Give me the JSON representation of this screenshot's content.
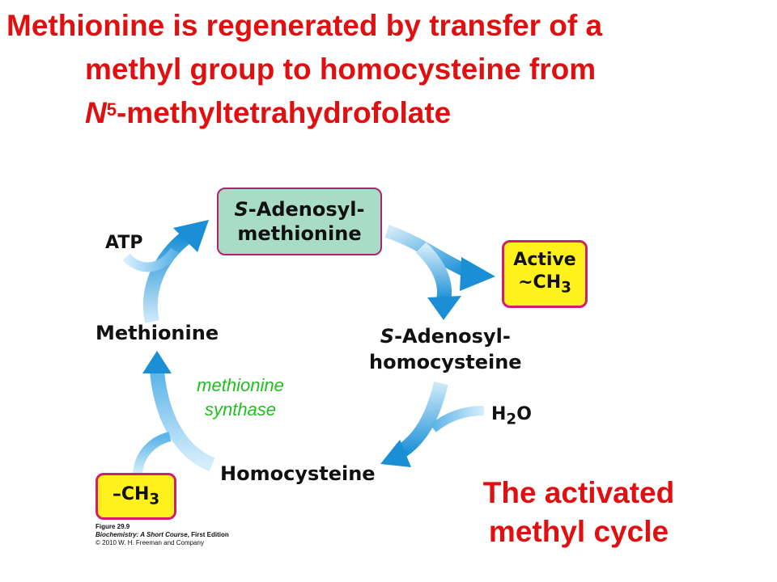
{
  "title": {
    "line1": "Methionine is regenerated by transfer of a",
    "line2": "methyl group to homocysteine from",
    "line3_prefix": "N",
    "line3_sup": "5",
    "line3_rest": "-methyltetrahydrofolate"
  },
  "diagram": {
    "sam": {
      "line1_italic": "S",
      "line1_rest": "-Adenosyl-",
      "line2": "methionine"
    },
    "active": {
      "line1": "Active",
      "line2_prefix": "~CH",
      "line2_sub": "3"
    },
    "ch3": {
      "prefix": "–CH",
      "sub": "3"
    },
    "atp": "ATP",
    "methionine": "Methionine",
    "sah": {
      "line1_italic": "S",
      "line1_rest": "-Adenosyl-",
      "line2": "homocysteine"
    },
    "h2o": {
      "prefix": "H",
      "sub": "2",
      "suffix": "O"
    },
    "homocysteine": "Homocysteine",
    "enzyme": {
      "line1": "methionine",
      "line2": "synthase"
    },
    "colors": {
      "arrow_dark": "#1a8fd6",
      "arrow_light": "#cfeafa",
      "box_sam": "#a8dcc7",
      "box_yellow": "#fff21c",
      "box_border": "#cf1f6e",
      "title_red": "#e01010",
      "enzyme_green": "#1fc01f"
    }
  },
  "caption": {
    "figure": "Figure 29.9",
    "book": "Biochemistry: A Short Course",
    "edition": ", First Edition",
    "copyright": "© 2010 W. H. Freeman and Company"
  },
  "cycle_title": {
    "line1": "The activated",
    "line2": "methyl cycle"
  }
}
